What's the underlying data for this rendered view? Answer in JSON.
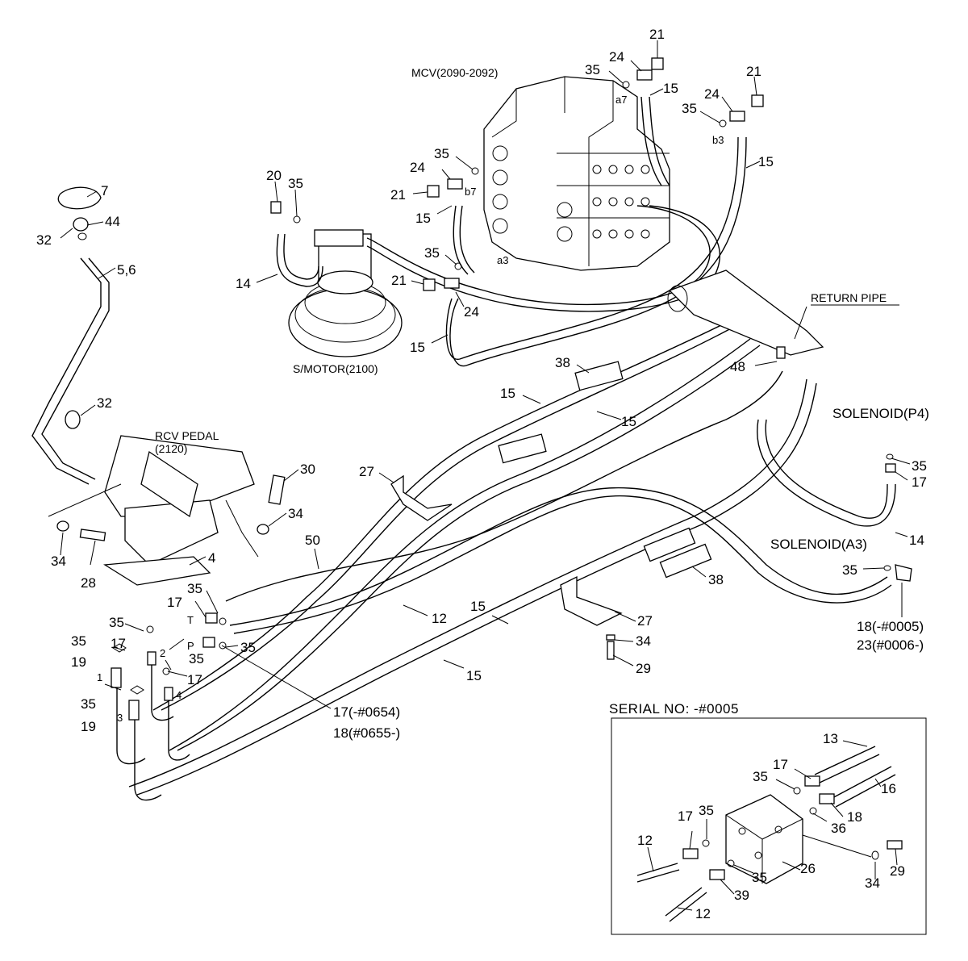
{
  "header": {
    "mcv": "MCV(2090-2092)",
    "smotor": "S/MOTOR(2100)",
    "rcv": "RCV PEDAL",
    "rcv_code": "(2120)",
    "return_pipe": "RETURN PIPE",
    "solenoid_p4": "SOLENOID(P4)",
    "solenoid_a3": "SOLENOID(A3)"
  },
  "ports": {
    "a7": "a7",
    "b3": "b3",
    "b7": "b7",
    "a3": "a3",
    "T": "T",
    "P": "P",
    "p1": "1",
    "p2": "2",
    "p3": "3",
    "p4": "4"
  },
  "callouts": {
    "n21a": "21",
    "n24a": "24",
    "n35a": "35",
    "n15a": "15",
    "n21b": "21",
    "n24b": "24",
    "n35b": "35",
    "n15b": "15",
    "n35c": "35",
    "n24c": "24",
    "n21c": "21",
    "n15c": "15",
    "n20": "20",
    "n35d": "35",
    "n14a": "14",
    "n35e": "35",
    "n21d": "21",
    "n24d": "24",
    "n15d": "15",
    "n7": "7",
    "n44": "44",
    "n32a": "32",
    "n56": "5,6",
    "n32b": "32",
    "n30": "30",
    "n34a": "34",
    "n34b": "34",
    "n28": "28",
    "n4": "4",
    "n27a": "27",
    "n50": "50",
    "n38a": "38",
    "n15e": "15",
    "n15f": "15",
    "n48": "48",
    "n35f": "35",
    "n17a": "17",
    "n14b": "14",
    "n35g": "35",
    "n38b": "38",
    "n18a": "18(-#0005)",
    "n23": "23(#0006-)",
    "n35h": "35",
    "n17b": "17",
    "n35i": "35",
    "n12a": "12",
    "n15g": "15",
    "n27b": "27",
    "n34c": "34",
    "n29a": "29",
    "n15h": "15",
    "n35j": "35",
    "n35k": "35",
    "n17c": "17",
    "n19a": "19",
    "n35l": "35",
    "n17d": "17",
    "n35m": "35",
    "n19b": "19",
    "n17e": "17(-#0654)",
    "n18b": "18(#0655-)"
  },
  "inset": {
    "title": "SERIAL NO: -#0005",
    "n13": "13",
    "n16": "16",
    "n35a": "35",
    "n17a": "17",
    "n18": "18",
    "n36": "36",
    "n17b": "17",
    "n35b": "35",
    "n12a": "12",
    "n35c": "35",
    "n26": "26",
    "n34": "34",
    "n29": "29",
    "n39": "39",
    "n12b": "12"
  }
}
